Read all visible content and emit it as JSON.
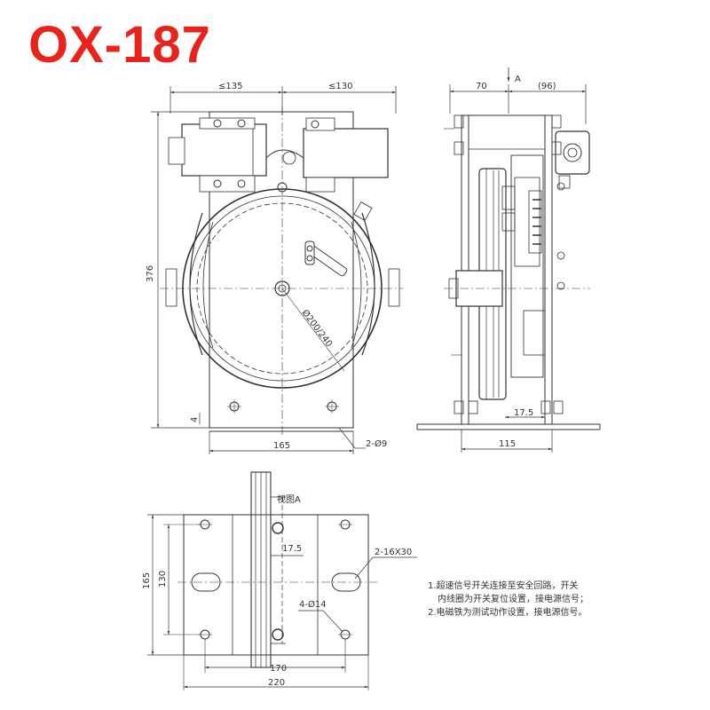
{
  "title": "OX-187",
  "front_view": {
    "dim_left": "≤135",
    "dim_right": "≤130",
    "dim_height": "376",
    "dim_base_thickness": "4",
    "dim_hole_spacing": "165",
    "dim_holes": "2-Ø9",
    "dim_sheave": "Ø200/240"
  },
  "side_view": {
    "dim_left": "70",
    "dim_right": "(96)",
    "view_marker": "A",
    "dim_offset": "17.5",
    "dim_width": "115"
  },
  "bottom_view": {
    "view_label": "视图A",
    "dim_groove": "17.5",
    "dim_slots": "2-16X30",
    "dim_holes": "4-Ø14",
    "dim_height_outer": "165",
    "dim_height_inner": "130",
    "dim_inner_width": "170",
    "dim_outer_width": "220"
  },
  "notes": [
    "1.超速信号开关连接至安全回路，开关",
    "内线圈为开关复位设置，接电源信号；",
    "2.电磁铁为测试动作设置，接电源信号。"
  ],
  "colors": {
    "title": "#e8231c",
    "line": "#333333"
  }
}
